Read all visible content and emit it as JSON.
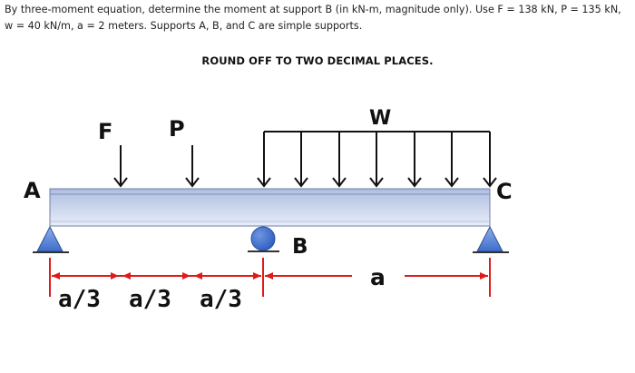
{
  "question": "By three-moment equation, determine the moment at support B (in kN-m, magnitude only). Use F = 138 kN, P = 135 kN, w = 40 kN/m, a = 2 meters. Supports A, B, and C are simple supports.",
  "instruction": "ROUND OFF TO TWO DECIMAL PLACES.",
  "diagram": {
    "load_f": "F",
    "load_p": "P",
    "load_w": "W",
    "support_a": "A",
    "support_b": "B",
    "support_c": "C",
    "dim_segment_1": "a/3",
    "dim_segment_2": "a/3",
    "dim_segment_3": "a/3",
    "dim_span_bc": "a",
    "colors": {
      "beam_top": "#aebde0",
      "beam_bottom": "#e8eef9",
      "support_pin": "#4a7bd0",
      "roller": "#3f6fd1",
      "dimension": "#e01a1a",
      "load": "#111111"
    }
  }
}
